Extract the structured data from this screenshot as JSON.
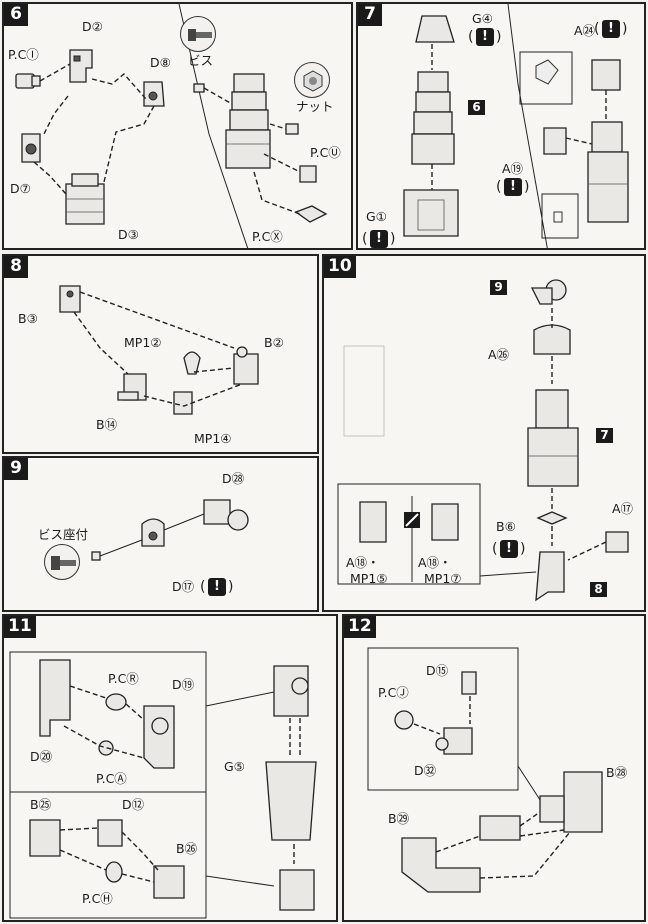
{
  "steps": {
    "s6": {
      "number": "6",
      "labels": {
        "pc_i": "P.CⒾ",
        "d2": "D②",
        "d8": "D⑧",
        "d7": "D⑦",
        "d3": "D③",
        "screw": "ビス",
        "nut": "ナット",
        "pc_u": "P.CⓊ",
        "pc_x": "P.CⓍ"
      }
    },
    "s7": {
      "number": "7",
      "labels": {
        "g4": "G④",
        "a24": "A㉔",
        "ref6": "6",
        "a19": "A⑲",
        "g1": "G①"
      }
    },
    "s8": {
      "number": "8",
      "labels": {
        "b3": "B③",
        "b2": "B②",
        "mp1_2": "MP1②",
        "b14": "B⑭",
        "mp1_4": "MP1④"
      }
    },
    "s9": {
      "number": "9",
      "labels": {
        "d28": "D㉘",
        "screw_seat": "ビス座付",
        "d17": "D⑰"
      }
    },
    "s10": {
      "number": "10",
      "labels": {
        "ref9": "9",
        "a26": "A㉖",
        "ref7": "7",
        "a17": "A⑰",
        "b6": "B⑥",
        "ref8": "8",
        "a18_mp1_5_top": "A⑱・",
        "a18_mp1_5_bot": "MP1⑤",
        "a18_mp1_7_top": "A⑱・",
        "a18_mp1_7_bot": "MP1⑦"
      }
    },
    "s11": {
      "number": "11",
      "labels": {
        "pc_r": "P.CⓇ",
        "d19": "D⑲",
        "d20": "D⑳",
        "pc_a": "P.CⒶ",
        "g5": "G⑤",
        "b25": "B㉕",
        "d12": "D⑫",
        "b26": "B㉖",
        "pc_h": "P.CⒽ"
      }
    },
    "s12": {
      "number": "12",
      "labels": {
        "d15": "D⑮",
        "pc_j": "P.CⒿ",
        "d32": "D㉜",
        "b28": "B㉘",
        "b29": "B㉙"
      }
    }
  },
  "warning_glyph": "!",
  "paren_open": "(",
  "paren_close": ")"
}
